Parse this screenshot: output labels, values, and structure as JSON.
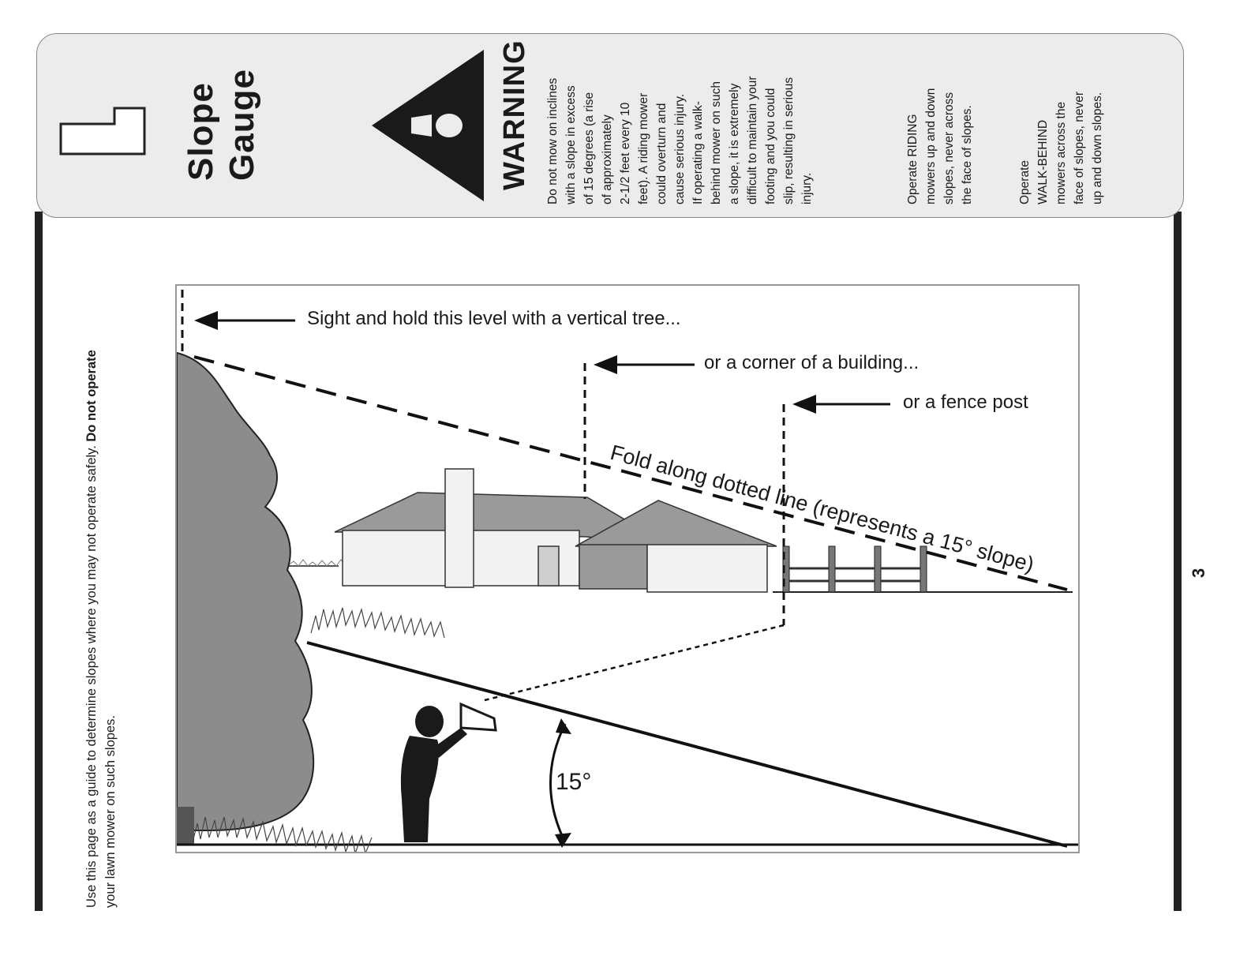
{
  "section_number": "1",
  "title_line1": "Slope",
  "title_line2": "Gauge",
  "warning": {
    "heading": "WARNING",
    "paragraph1": [
      "Do not mow on inclines",
      "with a slope in excess",
      "of 15 degrees (a rise",
      "of approximately",
      "2-1/2 feet every 10",
      "feet).  A riding mower",
      "could overturn and",
      "cause serious injury.",
      "If operating a walk-",
      "behind mower on such",
      "a slope, it is extremely",
      "difficult to maintain your",
      "footing and you could",
      "slip, resulting in serious",
      "injury."
    ],
    "paragraph2": [
      "Operate RIDING",
      "mowers up and down",
      "slopes, never across",
      "the face of slopes."
    ],
    "paragraph3": [
      "Operate",
      "WALK-BEHIND",
      "mowers across the",
      "face of slopes, never",
      "up and down slopes."
    ]
  },
  "intro": {
    "line1_normal": "Use this page as a guide to determine slopes where you may not operate safely. ",
    "line1_bold": "Do not operate",
    "line2": "your lawn mower on such slopes."
  },
  "figure": {
    "label_tree": "Sight and hold this level with a vertical tree...",
    "label_building": "or a corner of a building...",
    "label_post": "or a fence post",
    "label_fold": "Fold along dotted line (represents a 15° slope)",
    "label_angle": "15°"
  },
  "page_number": "3",
  "colors": {
    "ink": "#1a1a1a",
    "tree": "#8c8c8c",
    "roof": "#9a9a9a",
    "wall": "#f2f2f2",
    "panel": "#ececec"
  }
}
